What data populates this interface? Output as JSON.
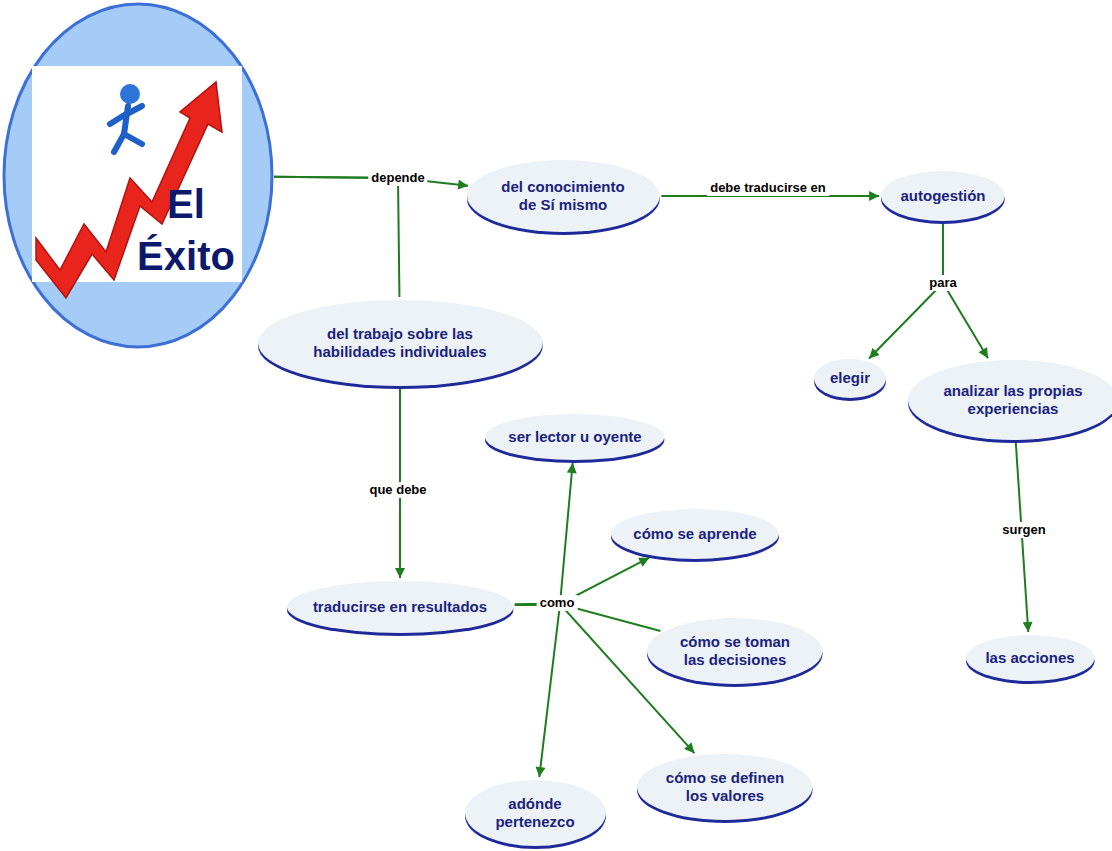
{
  "diagram": {
    "nodes": [
      {
        "text": [
          "El Éxito"
        ]
      },
      {
        "text": [
          "del conocimiento de Sí mismo"
        ]
      },
      {
        "text": [
          "autogestión"
        ]
      },
      {
        "text": [
          "del trabajo sobre las habilidades individuales"
        ]
      },
      {
        "text": [
          "elegir"
        ]
      },
      {
        "text": [
          "analizar las propias experiencias"
        ]
      },
      {
        "text": [
          "las acciones"
        ]
      },
      {
        "text": [
          "traducirse en resultados"
        ]
      },
      {
        "text": [
          "ser lector u oyente"
        ]
      },
      {
        "text": [
          "cómo se aprende"
        ]
      },
      {
        "text": [
          "cómo se toman las decisiones"
        ]
      },
      {
        "text": [
          "cómo se definen los valores"
        ]
      },
      {
        "text": [
          "adónde pertenezco"
        ]
      }
    ],
    "edges": [
      {
        "from": 0,
        "to": 1,
        "label": "depende",
        "arrow": "to"
      },
      {
        "from": 0,
        "to": 3,
        "arrow": "none"
      },
      {
        "from": 1,
        "to": 2,
        "label": "debe traducirse en",
        "arrow": "to"
      },
      {
        "from": 2,
        "to": 4,
        "label": "para",
        "arrow": "to"
      },
      {
        "from": 2,
        "to": 5,
        "arrow": "to"
      },
      {
        "from": 5,
        "to": 6,
        "label": "surgen",
        "arrow": "to"
      },
      {
        "from": 3,
        "to": 7,
        "label": "que debe",
        "arrow": "to"
      },
      {
        "from": 7,
        "to": 8,
        "label": "como",
        "arrow": "to"
      },
      {
        "from": 7,
        "to": 9,
        "arrow": "to"
      },
      {
        "from": 7,
        "to": 10,
        "arrow": "none"
      },
      {
        "from": 7,
        "to": 11,
        "arrow": "to"
      },
      {
        "from": 7,
        "to": 12,
        "arrow": "to"
      }
    ]
  }
}
